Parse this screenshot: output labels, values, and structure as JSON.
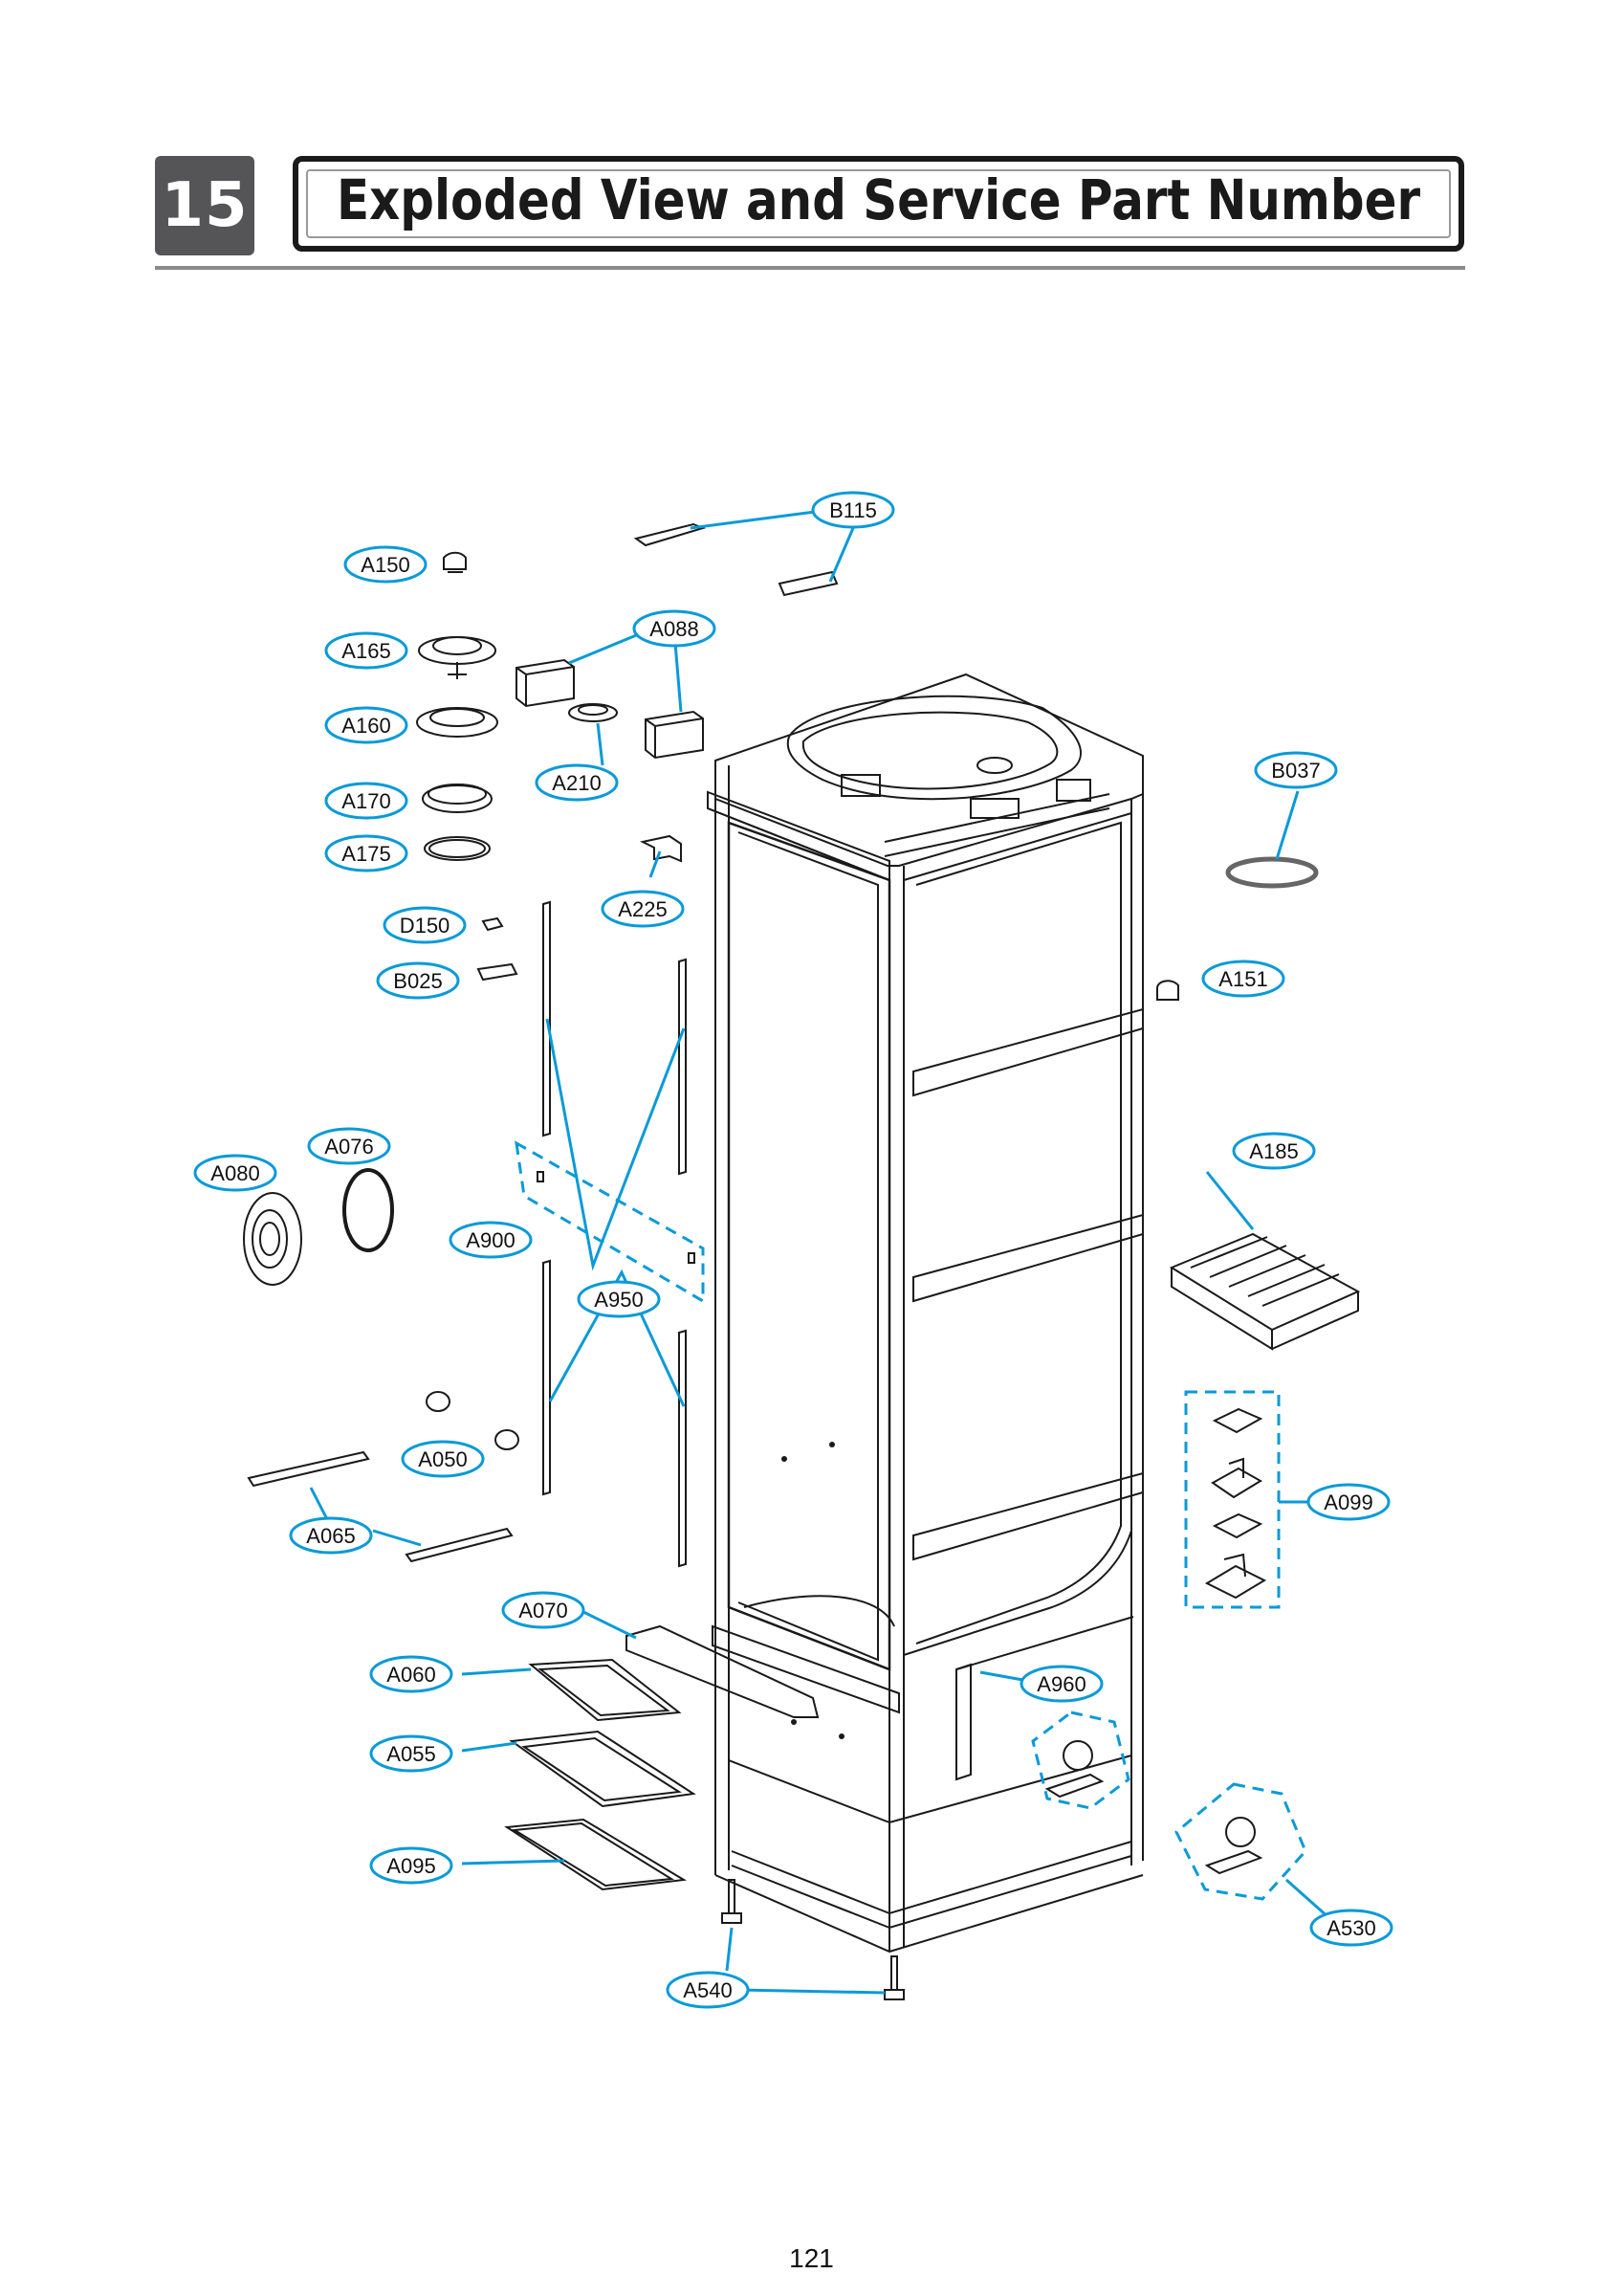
{
  "header": {
    "section_number": "15",
    "title": "Exploded View and Service Part Number"
  },
  "callouts": {
    "B115": "B115",
    "A150": "A150",
    "A088": "A088",
    "A165": "A165",
    "A160": "A160",
    "A210": "A210",
    "B037": "B037",
    "A170": "A170",
    "A175": "A175",
    "A225": "A225",
    "D150": "D150",
    "B025": "B025",
    "A151": "A151",
    "A076": "A076",
    "A080": "A080",
    "A185": "A185",
    "A900": "A900",
    "A950": "A950",
    "A099": "A099",
    "A050": "A050",
    "A065": "A065",
    "A070": "A070",
    "A060": "A060",
    "A960": "A960",
    "A055": "A055",
    "A095": "A095",
    "A530": "A530",
    "A540": "A540"
  },
  "colors": {
    "callout": "#0a9ad8",
    "line": "#1a1a1a",
    "header_box": "#555557"
  },
  "footer": {
    "page_number": "121"
  }
}
